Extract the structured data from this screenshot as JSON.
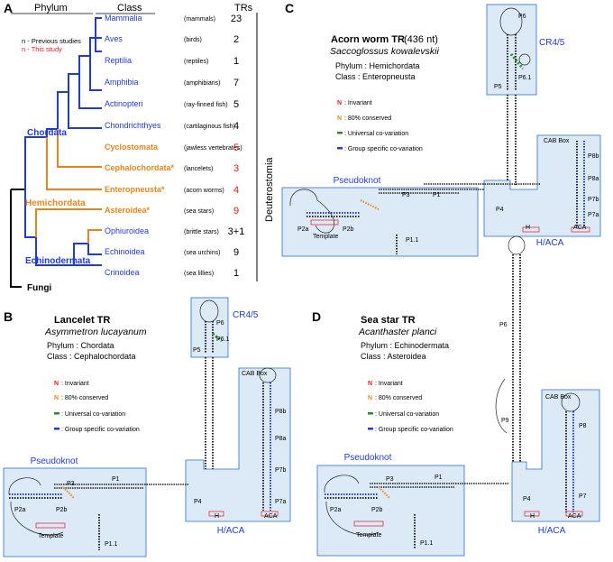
{
  "panel_letters": [
    "A",
    "B",
    "C",
    "D"
  ],
  "tree": {
    "header_phylum": "Phylum",
    "header_class": "Class",
    "header_trs": "TRs",
    "legend_previous": "n - Previous studies",
    "legend_this": "n - This study",
    "classes": [
      {
        "name": "Mammalia",
        "common": "(mammals)",
        "trs": "23"
      },
      {
        "name": "Aves",
        "common": "(birds)",
        "trs": "2"
      },
      {
        "name": "Reptilia",
        "common": "(reptiles)",
        "trs": "1"
      },
      {
        "name": "Amphibia",
        "common": "(amphibians)",
        "trs": "7"
      },
      {
        "name": "Actinopteri",
        "common": "(ray-finned fish)",
        "trs": "5"
      },
      {
        "name": "Chondrichthyes",
        "common": "(cartilaginous fish)",
        "trs": "4"
      },
      {
        "name": "Cyclostomata",
        "common": "(jawless vertebrates)",
        "trs": "5"
      },
      {
        "name": "Cephalochordata*",
        "common": "(lancelets)",
        "trs": "3"
      },
      {
        "name": "Enteropneusta*",
        "common": "(acorn worms)",
        "trs": "4"
      },
      {
        "name": "Asteroidea*",
        "common": "(sea stars)",
        "trs": "9"
      },
      {
        "name": "Ophiuroidea",
        "common": "(brittle stars)",
        "trs": "3+1"
      },
      {
        "name": "Echinoidea",
        "common": "(sea urchins)",
        "trs": "9"
      },
      {
        "name": "Crinoidea",
        "common": "(sea lillies)",
        "trs": "1"
      }
    ],
    "phyla": [
      "Chordata",
      "Hemichordata",
      "Echinodermata"
    ],
    "outgroup": "Fungi",
    "clade_label": "Deuterostomia",
    "colors": {
      "previous": "#1f3ad6",
      "this_study": "#e8841a",
      "count_new": "#e01b1b"
    }
  },
  "panel_b": {
    "title": "Lancelet TR",
    "species": "Asymmetron lucayanum",
    "phylum": "Phylum   : Chordata",
    "class": "Class       : Cephalochordata"
  },
  "panel_c": {
    "title": "Acorn worm TR",
    "length": "(436 nt)",
    "species": "Saccoglossus kowalevskii",
    "phylum": "Phylum   : Hemichordata",
    "class": "Class       : Enteropneusta"
  },
  "panel_d": {
    "title": "Sea star TR",
    "species": "Acanthaster planci",
    "phylum": "Phylum   : Echinodermata",
    "class": "Class       : Asteroidea"
  },
  "legend": {
    "invariant": ": Invariant",
    "conserved": ": 80% conserved",
    "universal": ": Universal co-variation",
    "group": ": Group specific co-variation"
  },
  "labels": {
    "pseudoknot": "Pseudoknot",
    "cr45": "CR4/5",
    "haca": "H/ACA",
    "template": "Template",
    "cab_box": "CAB Box",
    "h": "H",
    "aca": "ACA",
    "p1": "P1",
    "p2a": "P2a",
    "p2b": "P2b",
    "p3": "P3",
    "p4": "P4",
    "p5": "P5",
    "p6": "P6",
    "p6_1": "P6.1",
    "p7": "P7",
    "p7a": "P7a",
    "p7b": "P7b",
    "p8": "P8",
    "p8a": "P8a",
    "p8b": "P8b",
    "p9": "P9",
    "p1_1": "P1.1"
  }
}
